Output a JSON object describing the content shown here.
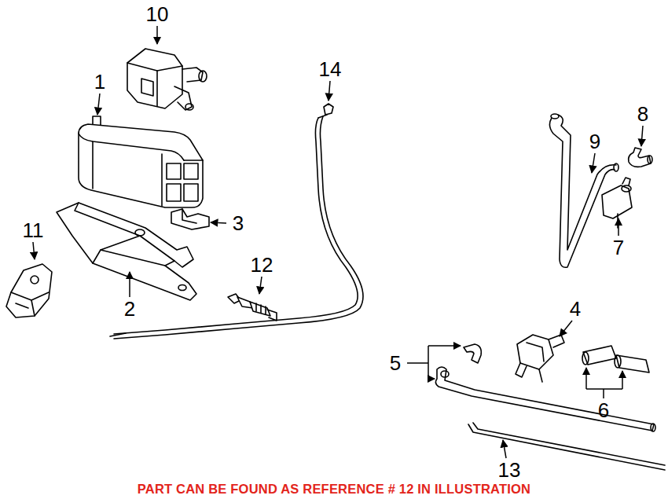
{
  "diagram": {
    "caption": "PART CAN BE FOUND AS REFERENCE # 12 IN ILLUSTRATION",
    "labels": [
      "10",
      "1",
      "14",
      "8",
      "9",
      "3",
      "11",
      "12",
      "2",
      "7",
      "4",
      "5",
      "6",
      "13"
    ]
  }
}
